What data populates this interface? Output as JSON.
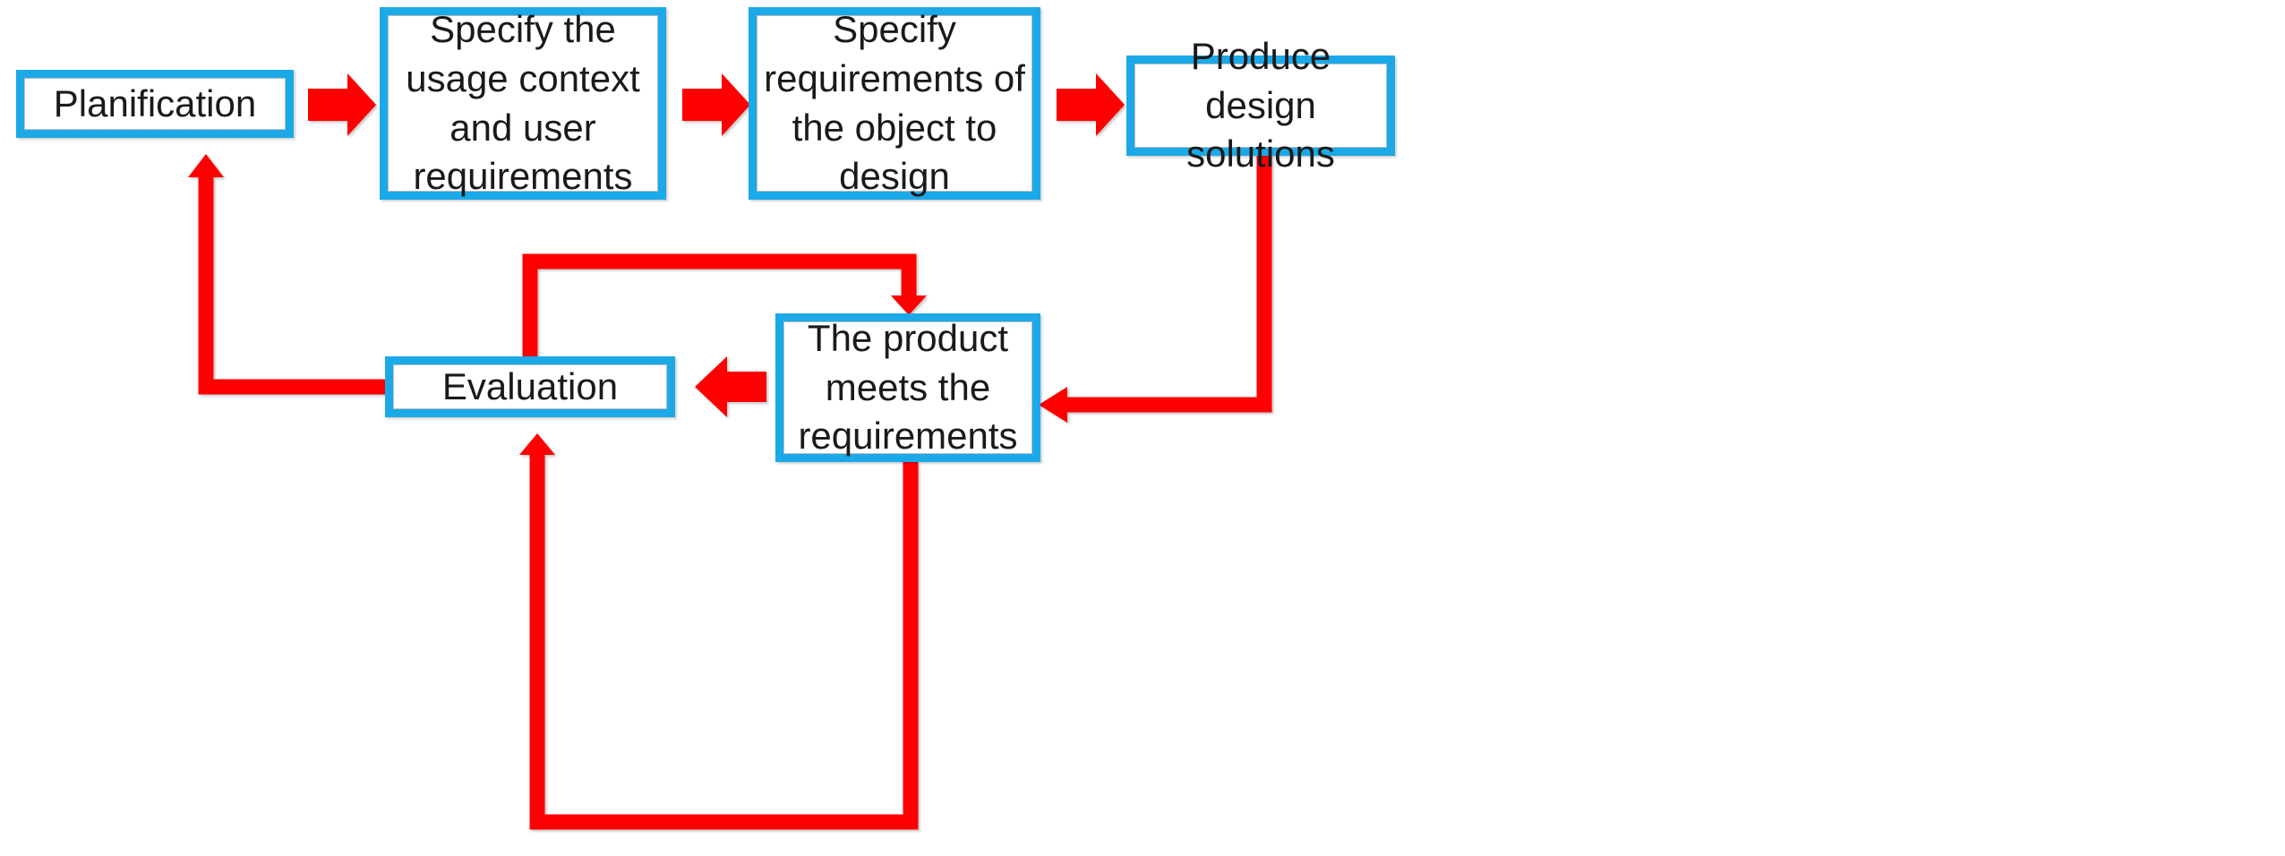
{
  "diagram": {
    "title": "Human-centred design process cycle",
    "colors": {
      "node_border": "#1CA9E8",
      "node_fill": "#FFFFFF",
      "connector": "#FF0000",
      "text": "#1A1A1A"
    },
    "nodes": [
      {
        "id": "planification",
        "label": "Planification"
      },
      {
        "id": "usage_context",
        "label": "Specify the\nusage context\nand user\nrequirements"
      },
      {
        "id": "object_reqs",
        "label": "Specify\nrequirements of\nthe object to\ndesign"
      },
      {
        "id": "design_sol",
        "label": "Produce design\nsolutions"
      },
      {
        "id": "product_meets",
        "label": "The product\nmeets the\nrequirements"
      },
      {
        "id": "evaluation",
        "label": "Evaluation"
      }
    ],
    "edges": [
      {
        "id": "e1",
        "from": "planification",
        "to": "usage_context",
        "style": "block-arrow",
        "direction": "right"
      },
      {
        "id": "e2",
        "from": "usage_context",
        "to": "object_reqs",
        "style": "block-arrow",
        "direction": "right"
      },
      {
        "id": "e3",
        "from": "object_reqs",
        "to": "design_sol",
        "style": "block-arrow",
        "direction": "right"
      },
      {
        "id": "e4",
        "from": "design_sol",
        "to": "product_meets",
        "style": "elbow-line",
        "direction": "left"
      },
      {
        "id": "e5",
        "from": "product_meets",
        "to": "evaluation",
        "style": "block-arrow",
        "direction": "left"
      },
      {
        "id": "e6",
        "from": "evaluation",
        "to": "product_meets",
        "style": "elbow-line",
        "direction": "down"
      },
      {
        "id": "e7",
        "from": "product_meets",
        "to": "evaluation",
        "style": "elbow-line",
        "direction": "up"
      },
      {
        "id": "e8",
        "from": "evaluation",
        "to": "planification",
        "style": "elbow-line",
        "direction": "up"
      }
    ]
  }
}
